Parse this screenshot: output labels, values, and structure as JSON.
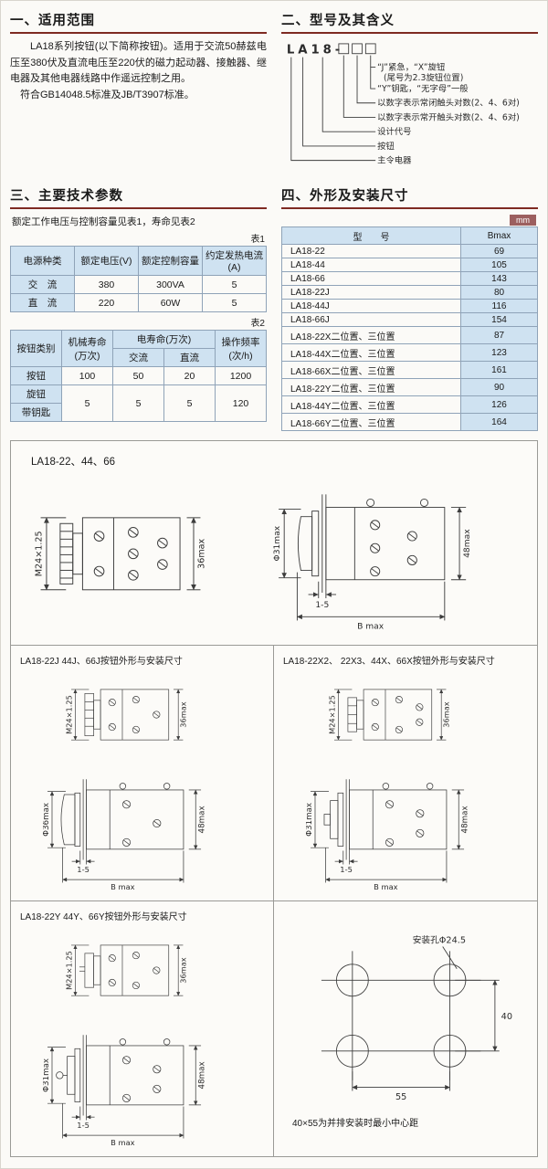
{
  "s1": {
    "title": "一、适用范围",
    "body": "LA18系列按钮(以下简称按钮)。适用于交流50赫兹电压至380伏及直流电压至220伏的磁力起动器、接触器、继电器及其他电器线路中作遥远控制之用。",
    "body2": "符合GB14048.5标准及JB/T3907标准。"
  },
  "s2": {
    "title": "二、型号及其含义",
    "model": "LA18-",
    "callout1a": "“J”紧急，“X”旋钮",
    "callout1b": "(尾号为2.3旋钮位置)",
    "callout2": "“Y”钥匙，“无字母”一般",
    "callout3": "以数字表示常闭触头对数(2、4、6对)",
    "callout4": "以数字表示常开触头对数(2、4、6对)",
    "callout5": "设计代号",
    "callout6": "按钮",
    "callout7": "主令电器"
  },
  "s3": {
    "title": "三、主要技术参数",
    "intro": "额定工作电压与控制容量见表1，寿命见表2",
    "t1_caption": "表1",
    "t1": {
      "headers": [
        "电源种类",
        "额定电压(V)",
        "额定控制容量",
        "约定发热电流(A)"
      ],
      "rows": [
        {
          "c0": "交　流",
          "c1": "380",
          "c2": "300VA",
          "c3": "5"
        },
        {
          "c0": "直　流",
          "c1": "220",
          "c2": "60W",
          "c3": "5"
        }
      ]
    },
    "t2_caption": "表2",
    "t2": {
      "h_cat": "按钮类别",
      "h_mech": "机械寿命(万次)",
      "h_elec": "电寿命(万次)",
      "h_ac": "交流",
      "h_dc": "直流",
      "h_freq": "操作频率(次/h)",
      "r1": {
        "c0": "按钮",
        "c1": "100",
        "c2": "50",
        "c3": "20",
        "c4": "1200"
      },
      "r2": {
        "c0": "旋钮",
        "c1": "5",
        "c2": "5",
        "c3": "5",
        "c4": "120"
      },
      "r3": {
        "c0": "带钥匙"
      }
    }
  },
  "s4": {
    "title": "四、外形及安装尺寸",
    "unit": "mm",
    "h_model": "型　　号",
    "h_bmax": "Bmax",
    "rows": [
      {
        "model": "LA18-22",
        "bmax": "69"
      },
      {
        "model": "LA18-44",
        "bmax": "105"
      },
      {
        "model": "LA18-66",
        "bmax": "143"
      },
      {
        "model": "LA18-22J",
        "bmax": "80"
      },
      {
        "model": "LA18-44J",
        "bmax": "116"
      },
      {
        "model": "LA18-66J",
        "bmax": "154"
      },
      {
        "model": "LA18-22X二位置、三位置",
        "bmax": "87"
      },
      {
        "model": "LA18-44X二位置、三位置",
        "bmax": "123"
      },
      {
        "model": "LA18-66X二位置、三位置",
        "bmax": "161"
      },
      {
        "model": "LA18-22Y二位置、三位置",
        "bmax": "90"
      },
      {
        "model": "LA18-44Y二位置、三位置",
        "bmax": "126"
      },
      {
        "model": "LA18-66Y二位置、三位置",
        "bmax": "164"
      }
    ]
  },
  "figs": {
    "f1": {
      "label": "LA18-22、44、66",
      "thread": "M24×1.25",
      "height": "36max",
      "dia": "Φ31max",
      "depth": "48max",
      "gap": "1-5",
      "width": "B max"
    },
    "f2": {
      "title": "LA18-22J 44J、66J按钮外形与安装尺寸",
      "thread": "M24×1.25",
      "height": "36max",
      "dia": "Φ36max",
      "depth": "48max",
      "gap": "1-5",
      "width": "B max"
    },
    "f3": {
      "title": "LA18-22X2、 22X3、44X、66X按钮外形与安装尺寸",
      "thread": "M24×1.25",
      "height": "36max",
      "dia": "Φ31max",
      "depth": "48max",
      "gap": "1-5",
      "width": "B max"
    },
    "f4": {
      "title": "LA18-22Y 44Y、66Y按钮外形与安装尺寸",
      "thread": "M24×1.25",
      "height": "36max",
      "dia": "Φ31max",
      "depth": "48max",
      "gap": "1-5",
      "width": "B max"
    },
    "f5": {
      "hole": "安装孔Φ24.5",
      "w": "55",
      "h": "40",
      "note": "40×55为并排安装时最小中心距"
    }
  }
}
